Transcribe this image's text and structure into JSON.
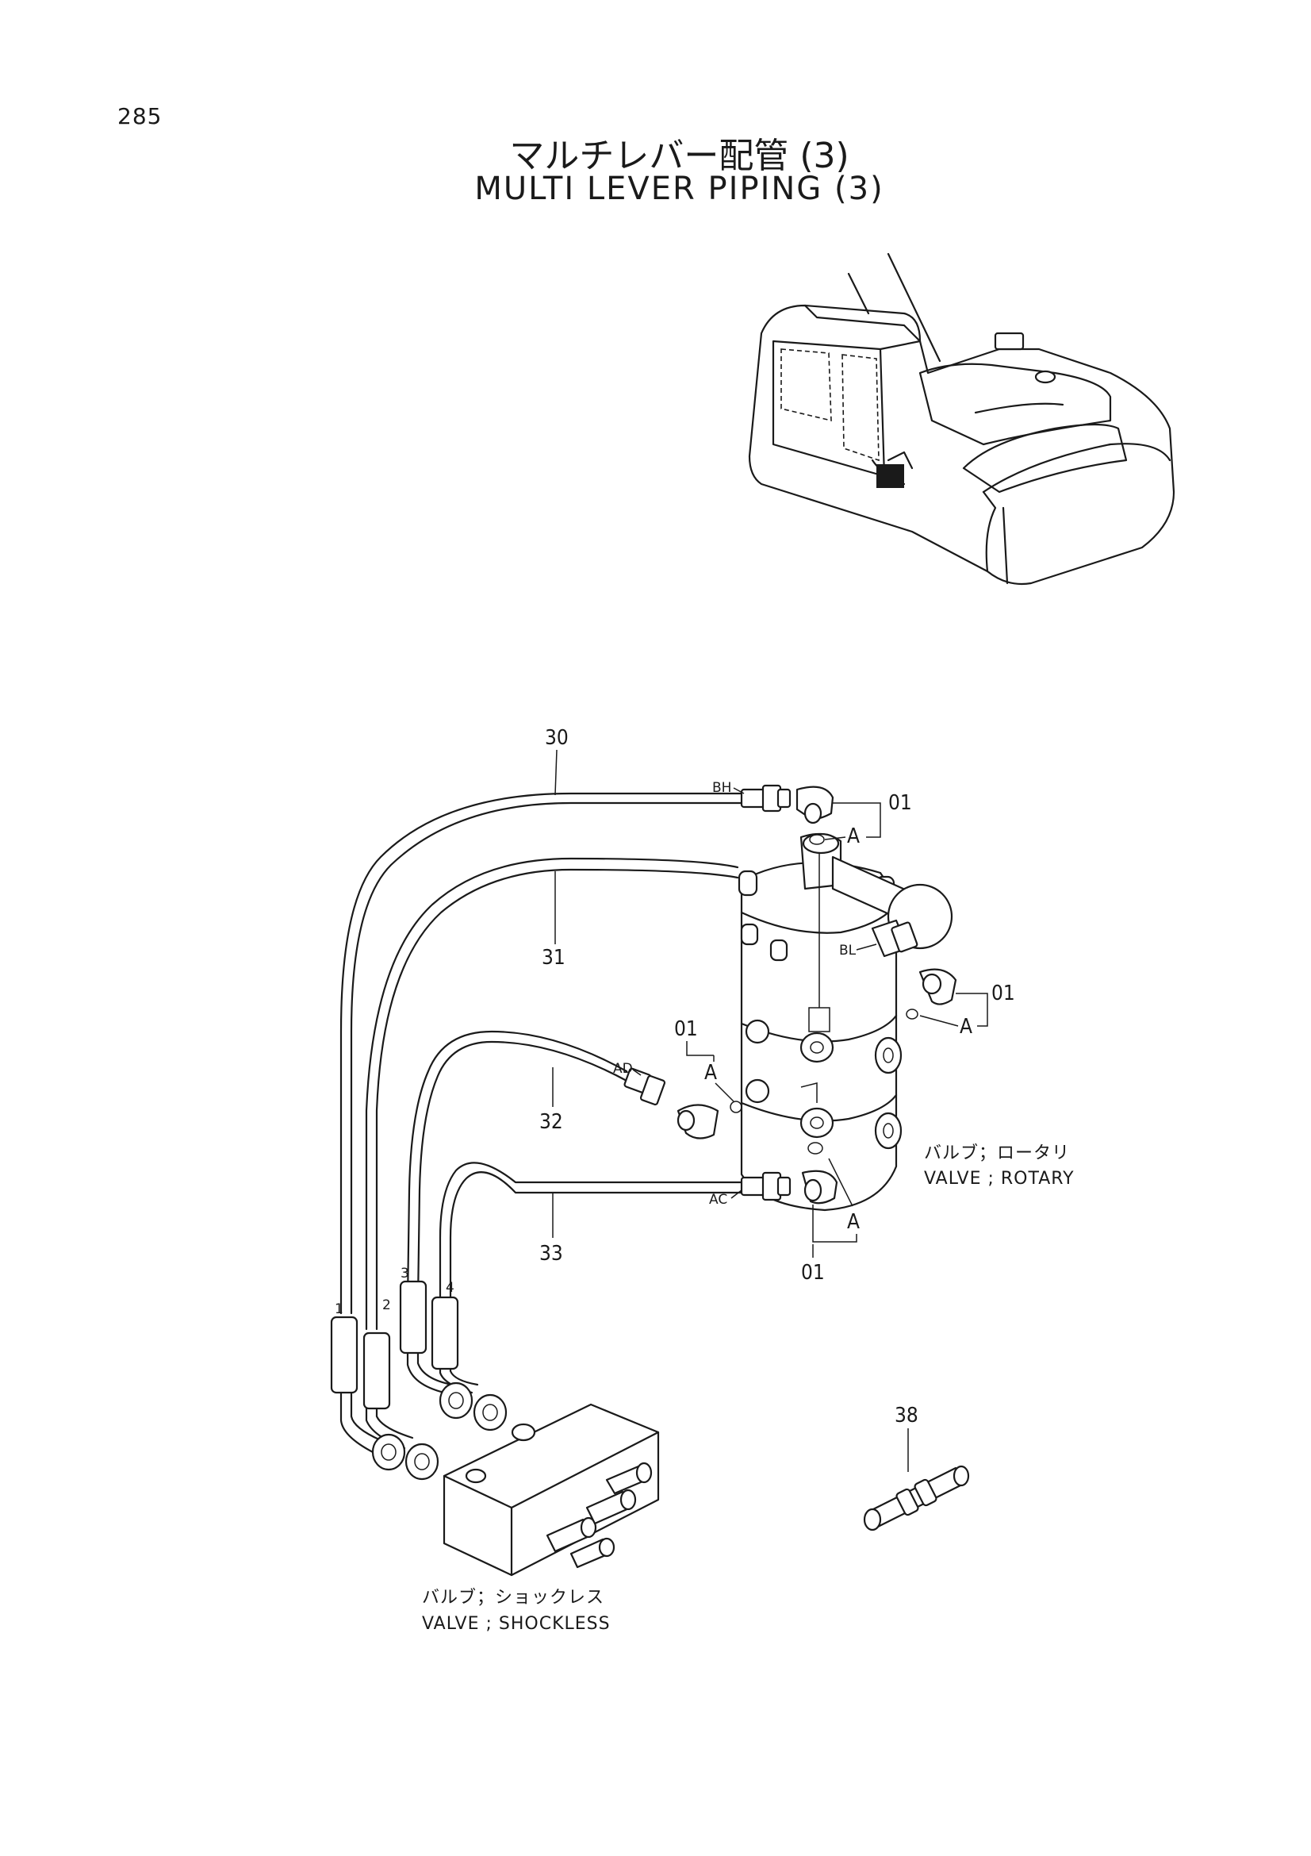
{
  "page": {
    "number": "285"
  },
  "title": {
    "japanese": "マルチレバー配管 (3)",
    "english": "MULTI LEVER PIPING (3)"
  },
  "part_numbers": {
    "p30": "30",
    "p31": "31",
    "p32": "32",
    "p33": "33",
    "p38": "38",
    "p01_top": "01",
    "p01_mid_right": "01",
    "p01_mid_left": "01",
    "p01_bottom": "01"
  },
  "port_labels": {
    "bh": "BH",
    "bl": "BL",
    "ad": "AD",
    "ac": "AC"
  },
  "detail_refs": {
    "a1": "A",
    "a2": "A",
    "a3": "A",
    "a4": "A"
  },
  "hose_end_numbers": {
    "h1": "1",
    "h2": "2",
    "h3": "3",
    "h4": "4"
  },
  "components": {
    "rotary_valve_jp": "バルブ；ロータリ",
    "rotary_valve_en": "VALVE ; ROTARY",
    "shockless_valve_jp": "バルブ；ショックレス",
    "shockless_valve_en": "VALVE ; SHOCKLESS"
  }
}
